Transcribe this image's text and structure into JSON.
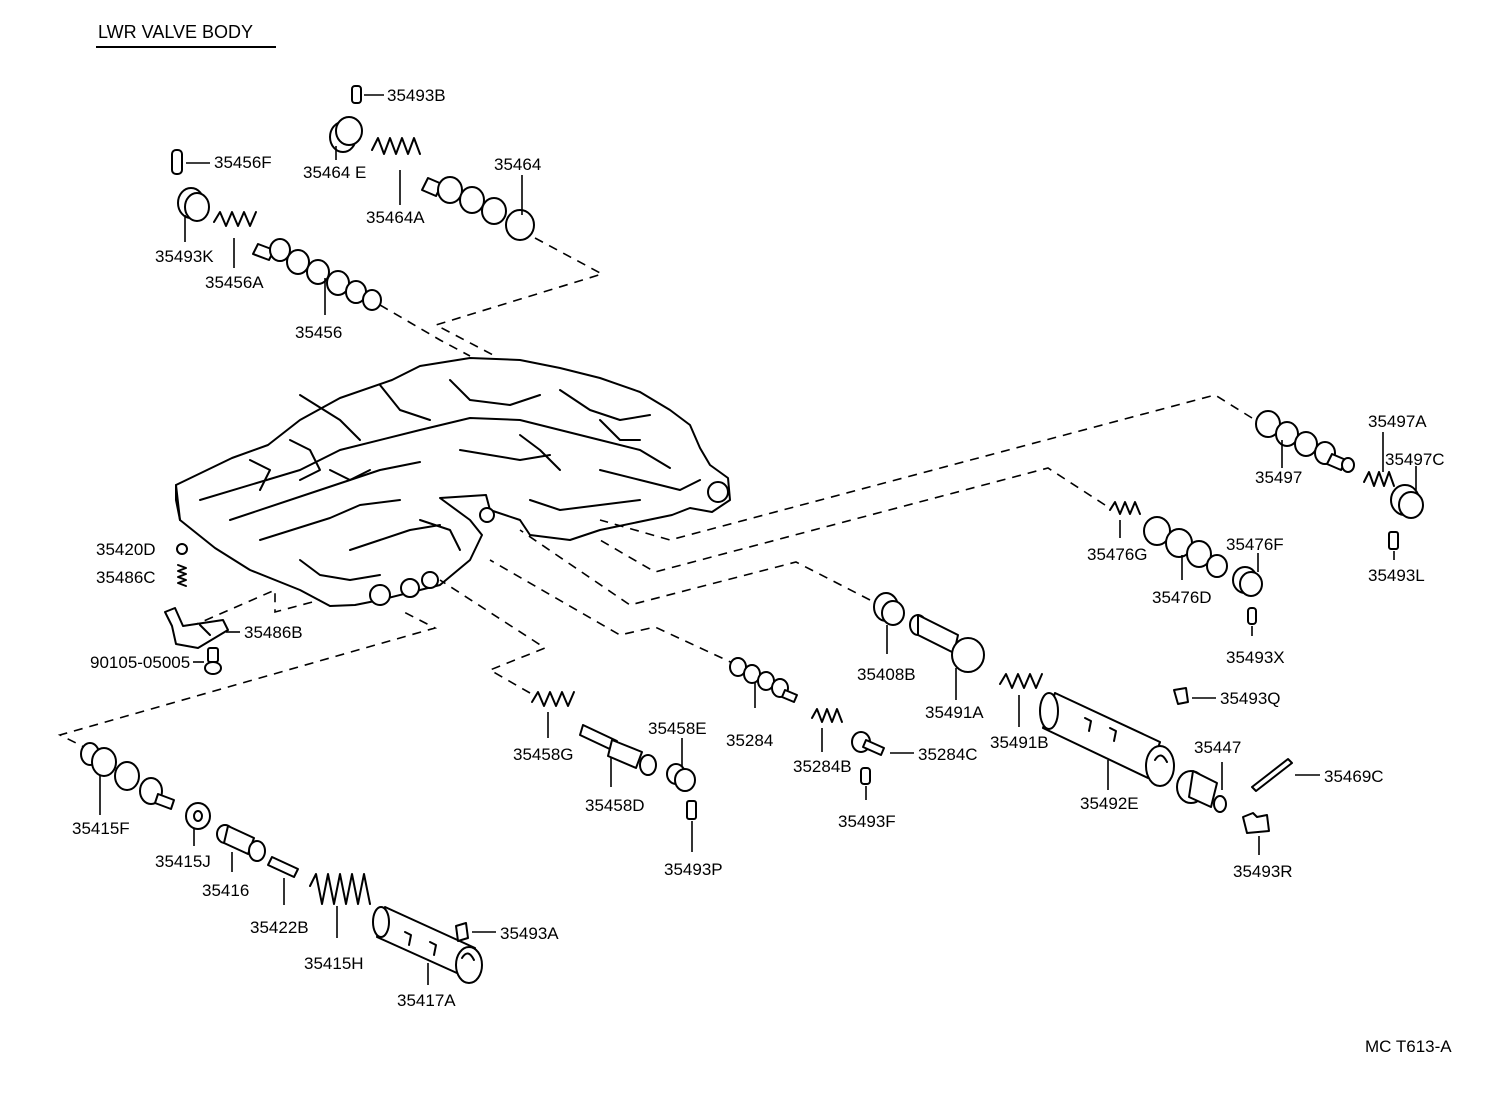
{
  "title": "LWR  VALVE  BODY",
  "code": "MC  T613-A",
  "labels": {
    "35493B": "35493B",
    "35456F": "35456F",
    "35464E": "35464 E",
    "35464A": "35464A",
    "35464": "35464",
    "35493K": "35493K",
    "35456A": "35456A",
    "35456": "35456",
    "35497A": "35497A",
    "35497C": "35497C",
    "35497": "35497",
    "35493L": "35493L",
    "35476G": "35476G",
    "35476F": "35476F",
    "35476D": "35476D",
    "35493X": "35493X",
    "35420D": "35420D",
    "35486C": "35486C",
    "35486B": "35486B",
    "90105": "90105-05005",
    "35408B": "35408B",
    "35491A": "35491A",
    "35491B": "35491B",
    "35493Q": "35493Q",
    "35284": "35284",
    "35284B": "35284B",
    "35284C": "35284C",
    "35493F": "35493F",
    "35458E": "35458E",
    "35458G": "35458G",
    "35458D": "35458D",
    "35493P": "35493P",
    "35492E": "35492E",
    "35447": "35447",
    "35469C": "35469C",
    "35493R": "35493R",
    "35415F": "35415F",
    "35415J": "35415J",
    "35416": "35416",
    "35422B": "35422B",
    "35415H": "35415H",
    "35417A": "35417A",
    "35493A": "35493A"
  }
}
